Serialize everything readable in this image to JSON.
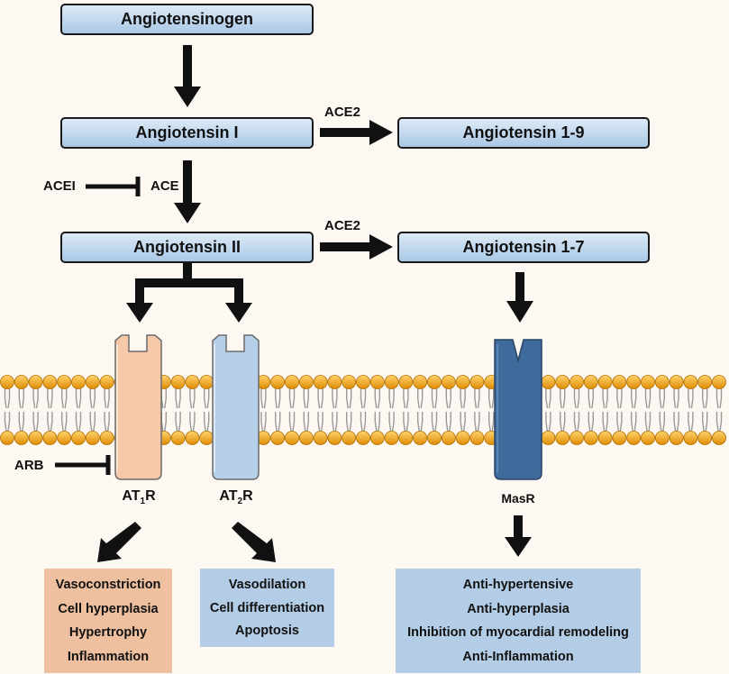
{
  "nodes": {
    "angiotensinogen": "Angiotensinogen",
    "angiotensin_i": "Angiotensin I",
    "angiotensin_1_9": "Angiotensin 1-9",
    "angiotensin_ii": "Angiotensin II",
    "angiotensin_1_7": "Angiotensin 1-7"
  },
  "enzymes": {
    "ace2_top": "ACE2",
    "ace2_bottom": "ACE2",
    "ace": "ACE",
    "acei": "ACEI",
    "arb": "ARB"
  },
  "receptors": {
    "at1r": {
      "prefix": "AT",
      "sub": "1",
      "suffix": "R"
    },
    "at2r": {
      "prefix": "AT",
      "sub": "2",
      "suffix": "R"
    },
    "masr": "MasR"
  },
  "effects": {
    "at1r": [
      "Vasoconstriction",
      "Cell hyperplasia",
      "Hypertrophy",
      "Inflammation"
    ],
    "at2r": [
      "Vasodilation",
      "Cell differentiation",
      "Apoptosis"
    ],
    "masr": [
      "Anti-hypertensive",
      "Anti-hyperplasia",
      "Inhibition of myocardial remodeling",
      "Anti-Inflammation"
    ]
  },
  "colors": {
    "box_top": "#ddeaf6",
    "box_bottom": "#a9c8e6",
    "at1r_fill": "#f6c9a8",
    "at2r_fill": "#b6d0ea",
    "masr_fill": "#3e6a9c",
    "at1r_effects_bg": "#eec0a0",
    "blue_effects_bg": "#b3cde6",
    "lipid_head": "#f1a51a"
  },
  "icons": {
    "arrow": "thick-arrow-icon",
    "inhibit": "inhibition-bar-icon",
    "membrane": "lipid-bilayer"
  }
}
